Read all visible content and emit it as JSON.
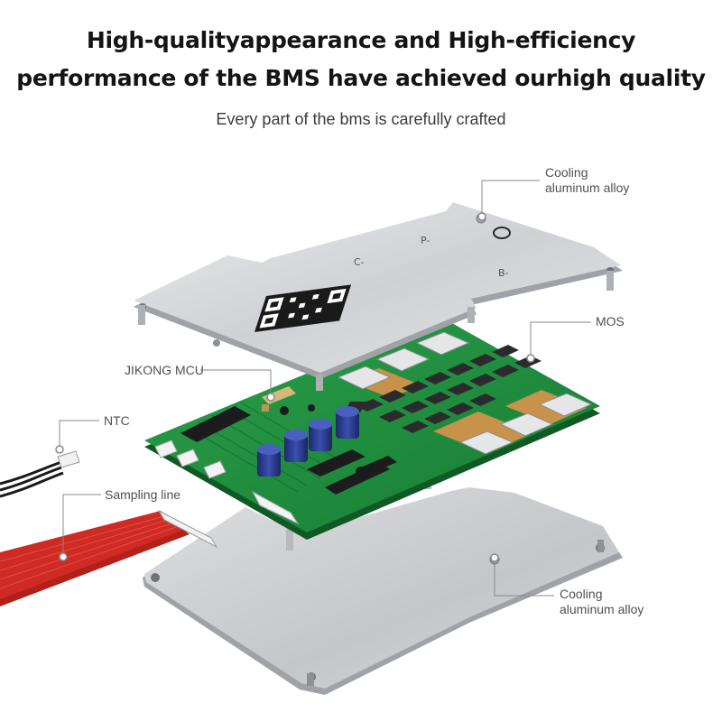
{
  "header": {
    "title_line1": "High-qualityappearance and High-efficiency",
    "title_line2": "performance of the BMS have achieved ourhigh quality",
    "subtitle": "Every part of the bms is carefully crafted"
  },
  "callouts": {
    "cooling_top_line1": "Cooling",
    "cooling_top_line2": "aluminum alloy",
    "mos": "MOS",
    "jikong_mcu": "JIKONG MCU",
    "ntc": "NTC",
    "sampling_line": "Sampling line",
    "cooling_bottom_line1": "Cooling",
    "cooling_bottom_line2": "aluminum alloy"
  },
  "plate_markings": {
    "c_minus": "C-",
    "p_minus": "P-",
    "b_minus": "B-"
  },
  "colors": {
    "pcb_green": "#1f8a3c",
    "aluminum": "#d4d6d8",
    "wire_red": "#cf2a24",
    "copper": "#c8924a",
    "text_dark": "#141414"
  }
}
